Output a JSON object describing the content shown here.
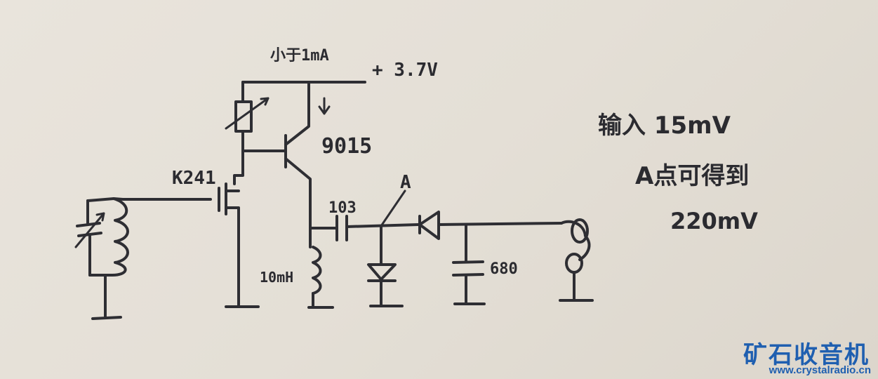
{
  "diagram": {
    "labels": {
      "current": "小于1mA",
      "voltage": "+ 3.7V",
      "transistor": "9015",
      "fet": "K241",
      "capacitor_coupling": "103",
      "point_a": "A",
      "inductor": "10mH",
      "capacitor_filter": "680"
    },
    "notes": {
      "line1": "输入 15mV",
      "line2": "A点可得到",
      "line3": "220mV"
    }
  },
  "watermark": {
    "title": "矿石收音机",
    "url": "www.crystalradio.cn"
  }
}
